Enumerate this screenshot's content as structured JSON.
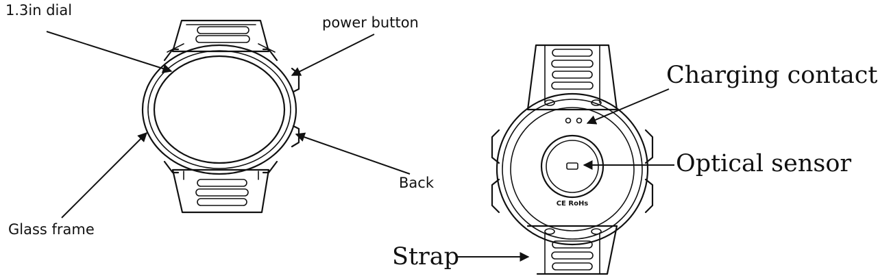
{
  "labels": {
    "dial": "1.3in dial",
    "power_button": "power button",
    "glass_frame": "Glass frame",
    "back": "Back",
    "charging_contact": "Charging contact",
    "optical_sensor": "Optical sensor",
    "strap": "Strap"
  },
  "back_marking": "CE RoHs",
  "colors": {
    "line": "#111111",
    "background": "#ffffff"
  }
}
